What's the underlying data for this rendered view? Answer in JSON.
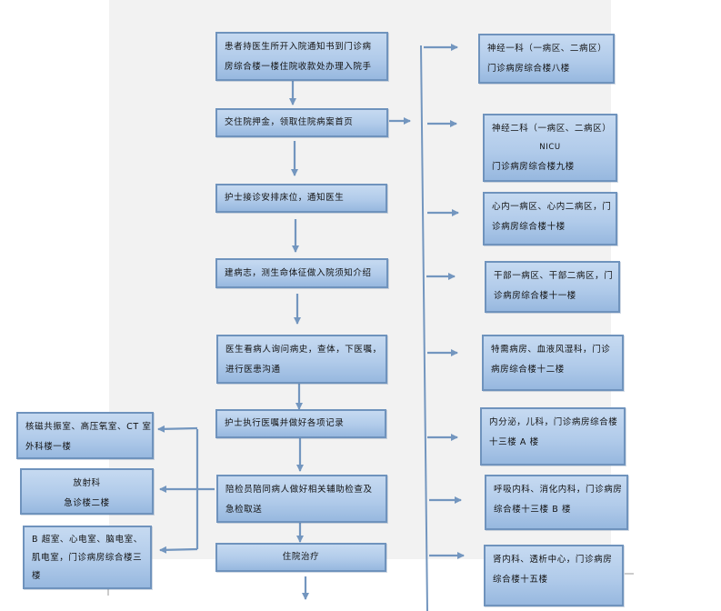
{
  "diagram": {
    "main_flow": [
      {
        "lines": [
          "患者持医生所开入院通知书到门诊病",
          "房综合楼一楼住院收款处办理入院手"
        ]
      },
      {
        "lines": [
          "交住院押金，领取住院病案首页"
        ]
      },
      {
        "lines": [
          "护士接诊安排床位，通知医生"
        ]
      },
      {
        "lines": [
          "建病志，测生命体征做入院须知介绍"
        ]
      },
      {
        "lines": [
          "医生看病人询问病史，查体，下医嘱，",
          "进行医患沟通"
        ]
      },
      {
        "lines": [
          "护士执行医嘱并做好各项记录"
        ]
      },
      {
        "lines": [
          "陪检员陪同病人做好相关辅助检查及",
          "急检取送"
        ]
      },
      {
        "lines": [
          "住院治疗"
        ]
      }
    ],
    "exam_rooms": [
      {
        "lines": [
          "核磁共振室、高压氧室、CT 室",
          "外科楼一楼"
        ]
      },
      {
        "lines": [
          "放射科",
          "急诊楼二楼"
        ]
      },
      {
        "lines": [
          "B 超室、心电室、脑电室、",
          "肌电室，门诊病房综合楼三",
          "楼"
        ]
      }
    ],
    "wards": [
      {
        "lines": [
          "神经一科（一病区、二病区）",
          "门诊病房综合楼八楼"
        ]
      },
      {
        "lines": [
          "神经二科（一病区、二病区）",
          "NICU",
          "门诊病房综合楼九楼"
        ]
      },
      {
        "lines": [
          "心内一病区、心内二病区，门",
          "诊病房综合楼十楼"
        ]
      },
      {
        "lines": [
          "干部一病区、干部二病区，门",
          "诊病房综合楼十一楼"
        ]
      },
      {
        "lines": [
          "特需病房、血液风湿科，门诊",
          "病房综合楼十二楼"
        ]
      },
      {
        "lines": [
          "内分泌，儿科，门诊病房综合楼",
          "十三楼 A 楼"
        ]
      },
      {
        "lines": [
          "呼吸内科、消化内科，门诊病房",
          "综合楼十三楼 B 楼"
        ]
      },
      {
        "lines": [
          "肾内科、透析中心，门诊病房",
          "综合楼十五楼"
        ]
      }
    ]
  },
  "colors": {
    "box_border": "#6f93bd",
    "box_fill_top": "#c6daf1",
    "box_fill_bottom": "#97b8df",
    "connector": "#7396bf",
    "panel_bg": "#f2f2f2"
  }
}
